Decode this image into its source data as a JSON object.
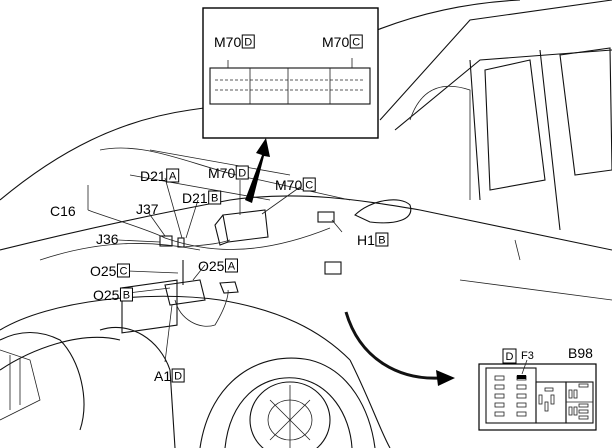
{
  "inset_top": {
    "labels": [
      {
        "code": "M70",
        "pin": "D"
      },
      {
        "code": "M70",
        "pin": "C"
      }
    ]
  },
  "callouts": [
    {
      "code": "D21",
      "pin": "A"
    },
    {
      "code": "M70",
      "pin": "D"
    },
    {
      "code": "D21",
      "pin": "B"
    },
    {
      "code": "M70",
      "pin": "C"
    },
    {
      "code": "C16",
      "pin": ""
    },
    {
      "code": "J37",
      "pin": ""
    },
    {
      "code": "J36",
      "pin": ""
    },
    {
      "code": "H1",
      "pin": "B"
    },
    {
      "code": "O25",
      "pin": "C"
    },
    {
      "code": "O25",
      "pin": "A"
    },
    {
      "code": "O25",
      "pin": "B"
    },
    {
      "code": "A1",
      "pin": "D"
    }
  ],
  "inset_fusebox": {
    "pin": "D",
    "fuse": "F3",
    "title": "B98"
  }
}
